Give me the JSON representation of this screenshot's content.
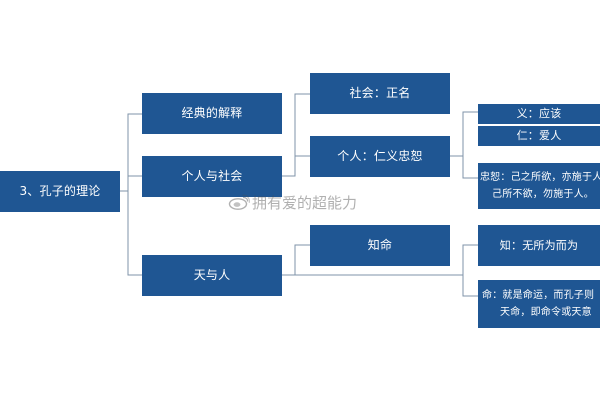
{
  "diagram": {
    "root": {
      "label": "3、孔子的理论"
    },
    "level1": {
      "classics": {
        "label": "经典的解释"
      },
      "individual_society": {
        "label": "个人与社会"
      },
      "heaven_man": {
        "label": "天与人"
      }
    },
    "level2": {
      "society": {
        "label": "社会：正名"
      },
      "individual": {
        "label": "个人：仁义忠恕"
      },
      "destiny": {
        "label": "知命"
      }
    },
    "level3": {
      "yi": {
        "label": "义：应该"
      },
      "ren": {
        "label": "仁：爱人"
      },
      "zhongshu": {
        "line1": "忠恕：己之所欲，亦施于人",
        "line2": "己所不欲，勿施于人。"
      },
      "zhi": {
        "label": "知：无所为而为"
      },
      "ming": {
        "line1": "命：就是命运，而孔子则",
        "line2": "天命，即命令或天意"
      }
    }
  },
  "watermark": {
    "text": "拥有爱的超能力"
  },
  "colors": {
    "node_fill": "#1f5693",
    "node_text": "#ffffff",
    "connector": "#7f93a8",
    "background": "#ffffff"
  }
}
